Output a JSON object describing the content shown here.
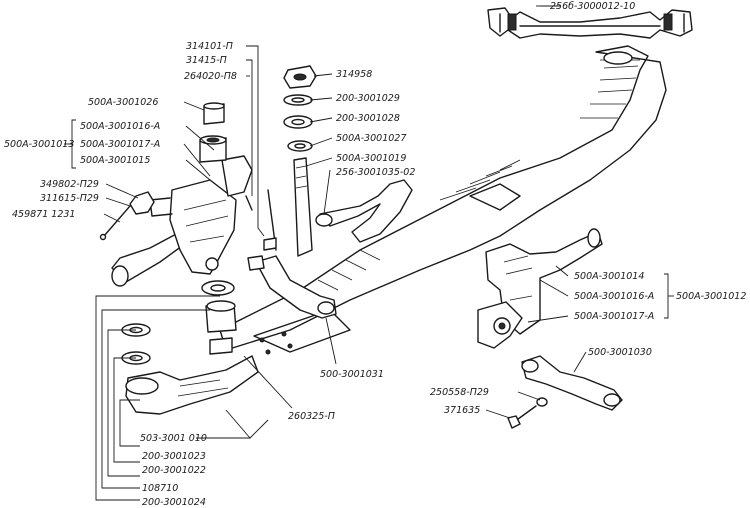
{
  "colors": {
    "ink": "#1a1a1a",
    "background": "#ffffff"
  },
  "labels": {
    "top_right": "256б-3000012-10",
    "l314101": "314101-П",
    "l31415": "31415-П",
    "l264020": "264020-П8",
    "l314958": "314958",
    "l200_3001029": "200-3001029",
    "l200_3001028": "200-3001028",
    "l500a_3001027": "500А-3001027",
    "l500a_3001019": "500А-3001019",
    "l256_3001035": "256-3001035-02",
    "l500a_3001026": "500А-3001026",
    "l500a_3001013": "500А-3001013",
    "l500a_3001016a_left": "500А-3001016-А",
    "l500a_3001017a_left": "500А-3001017-А",
    "l500a_3001015": "500А-3001015",
    "l349802": "349802-П29",
    "l311615": "311615-П29",
    "l459871": "459871 1231",
    "l500a_3001014": "500А-3001014",
    "l500a_3001016a_right": "500А-3001016-А",
    "l500a_3001017a_right": "500А-3001017-А",
    "l500a_3001012": "500А-3001012",
    "l500_3001030": "500-3001030",
    "l250558": "250558-П29",
    "l371635": "371635",
    "l500_3001031": "500-3001031",
    "l260325": "260325-П",
    "l503_3001010": "503-3001 010",
    "l200_3001023": "200-3001023",
    "l200_3001022": "200-3001022",
    "l108710": "108710",
    "l200_3001024": "200-3001024"
  }
}
